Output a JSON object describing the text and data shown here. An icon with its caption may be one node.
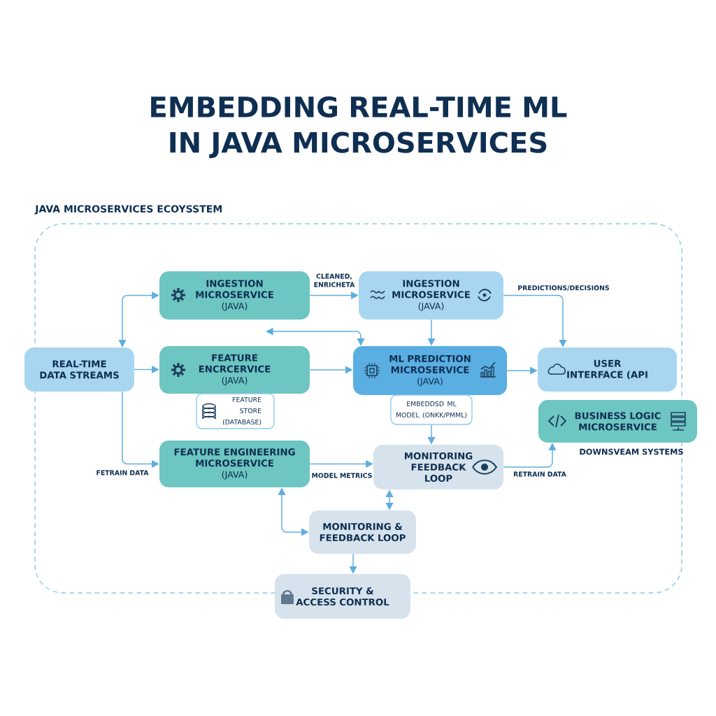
{
  "diagram": {
    "title": "EMBEDDING REAL-TIME ML IN JAVA MICROSERVICES",
    "nodes": [
      {
        "text": [
          "JAVA MICROSERVICES ECOYSSTEM"
        ]
      },
      {
        "text": [
          "REAL-TIME DATA STREAMS"
        ]
      },
      {
        "text": [
          "INGESTION MICROSERVICE",
          "(JAVA)"
        ],
        "in": 0
      },
      {
        "text": [
          "INGESTION MICROSERVICE",
          "(JAVA)"
        ],
        "in": 0
      },
      {
        "text": [
          "FEATURE ENCRCERVICE",
          "(JAVA)"
        ],
        "in": 0
      },
      {
        "text": [
          "FEATURE STORE (DATABASE)"
        ],
        "in": 0
      },
      {
        "text": [
          "ML PREDICTION MICROSERVICE",
          "(JAVA)"
        ],
        "in": 0
      },
      {
        "text": [
          "EMBEDDSD ML MODEL (ONKK/PMML)"
        ],
        "in": 0
      },
      {
        "text": [
          "USER INTERFACE (API"
        ],
        "in": 0
      },
      {
        "text": [
          "BUSINESS LOGIC MICROSERVICE"
        ],
        "beside": [
          "DOWNSVEAM SYSTEMS"
        ]
      },
      {
        "text": [
          "FEATURE ENGINEERING MICROSERVICE",
          "(JAVA)"
        ],
        "in": 0
      },
      {
        "text": [
          "MONITORING FEEDBACK LOOP"
        ],
        "in": 0
      },
      {
        "text": [
          "MONITORING & FEEDBACK LOOP"
        ],
        "in": 0
      },
      {
        "text": [
          "SECURITY & ACCESS CONTROL"
        ]
      }
    ],
    "edges": [
      {
        "from": 1,
        "to": 2,
        "arrow": "both"
      },
      {
        "from": 1,
        "to": 4,
        "arrow": "to"
      },
      {
        "from": 1,
        "to": 10,
        "arrow": "to",
        "label": "FETRAIN DATA"
      },
      {
        "from": 2,
        "to": 3,
        "arrow": "to",
        "label": "CLEANED, ENRICHETA"
      },
      {
        "from": null,
        "to": 6,
        "arrow": "both"
      },
      {
        "from": 4,
        "to": 6,
        "arrow": "to"
      },
      {
        "from": 3,
        "to": 6,
        "arrow": "to"
      },
      {
        "from": 3,
        "to": 8,
        "arrow": "to",
        "label": "PREDICTIONS/DECISIONS"
      },
      {
        "from": 6,
        "to": 8,
        "arrow": "to"
      },
      {
        "from": 7,
        "to": 11,
        "arrow": "to"
      },
      {
        "from": 10,
        "to": 11,
        "arrow": "to",
        "label": "MODEL METRICS"
      },
      {
        "from": 11,
        "to": 9,
        "arrow": "to",
        "label": "RETRAIN DATA"
      },
      {
        "from": 10,
        "to": 12,
        "arrow": "both"
      },
      {
        "from": 11,
        "to": 12,
        "arrow": "both"
      },
      {
        "from": 12,
        "to": 13,
        "arrow": "to"
      }
    ]
  }
}
